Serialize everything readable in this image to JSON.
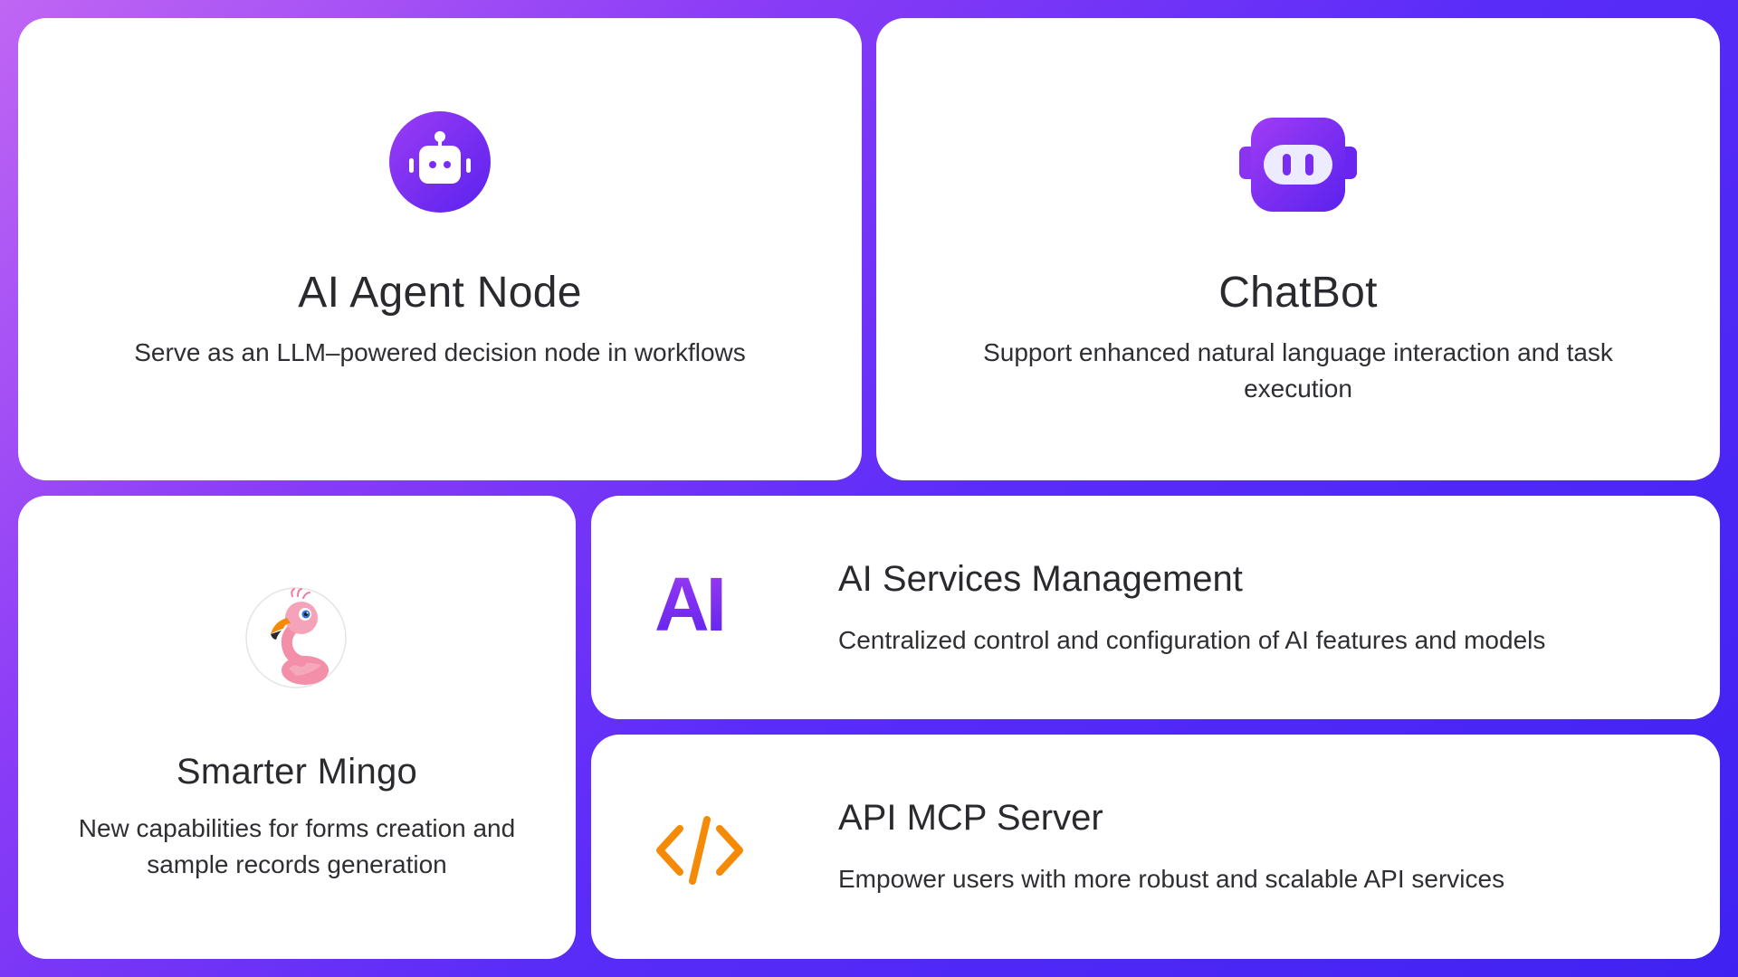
{
  "colors": {
    "background_start": "#c066f4",
    "background_end": "#3f22f2",
    "card": "#ffffff",
    "accent_purple": "#7a2cf2",
    "accent_orange": "#f58a07",
    "text": "#2b2b2f"
  },
  "cards": {
    "ai_agent_node": {
      "icon": "robot-icon",
      "title": "AI Agent Node",
      "description": "Serve as an LLM–powered decision node in workflows"
    },
    "chatbot": {
      "icon": "chatbot-icon",
      "title": "ChatBot",
      "description": "Support enhanced natural language interaction and task execution"
    },
    "smarter_mingo": {
      "icon": "flamingo-avatar",
      "title": "Smarter Mingo",
      "description": "New capabilities for forms creation and sample records generation"
    },
    "ai_services": {
      "icon": "ai-text-icon",
      "icon_text": "AI",
      "title": "AI Services Management",
      "description": "Centralized control and configuration of AI features and models"
    },
    "api_mcp": {
      "icon": "code-icon",
      "title": "API MCP Server",
      "description": "Empower users with more robust and scalable API services"
    }
  }
}
